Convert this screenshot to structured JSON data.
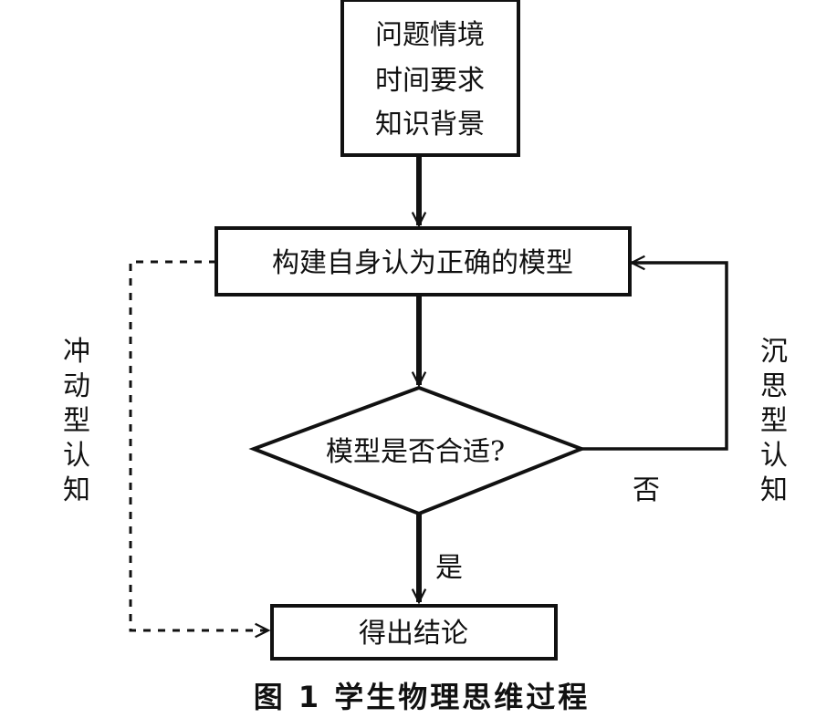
{
  "diagram": {
    "nodes": {
      "start": {
        "lines": [
          "问题情境",
          "时间要求",
          "知识背景"
        ]
      },
      "build": {
        "label": "构建自身认为正确的模型"
      },
      "decision": {
        "label": "模型是否合适?"
      },
      "result": {
        "label": "得出结论"
      }
    },
    "edges": {
      "yes_label": "是",
      "no_label": "否",
      "impulsive_label": [
        "冲",
        "动",
        "型",
        "认",
        "知"
      ],
      "reflective_label": [
        "沉",
        "思",
        "型",
        "认",
        "知"
      ]
    },
    "caption": "图 1 学生物理思维过程"
  },
  "colors": {
    "stroke": "#111111",
    "background": "#ffffff"
  }
}
